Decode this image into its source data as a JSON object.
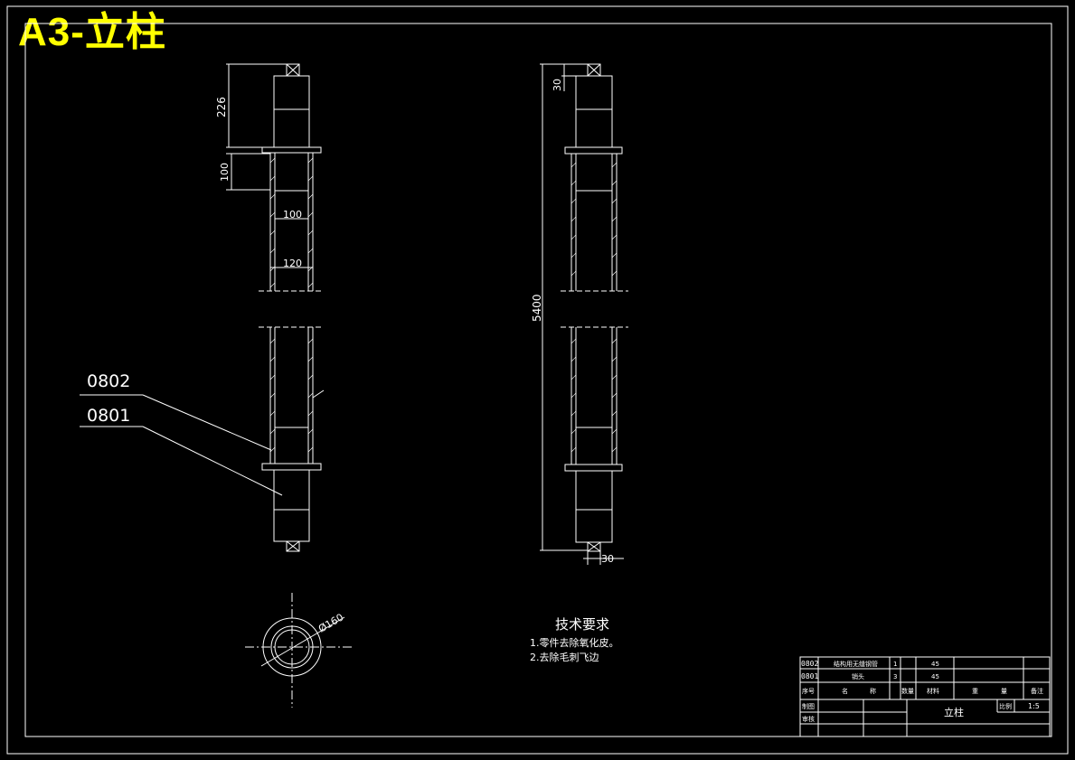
{
  "sheet_title": "A3-立柱",
  "dimensions": {
    "top_length": "226",
    "collar_height": "100",
    "inner_diameter": "100",
    "outer_diameter": "120",
    "top_offset": "30",
    "overall_length": "5400",
    "bottom_offset": "30",
    "circle_diameter": "Ø160"
  },
  "part_labels": [
    "0802",
    "0801"
  ],
  "tech_requirements": {
    "heading": "技术要求",
    "items": [
      "1.零件去除氧化皮。",
      "2.去除毛刺飞边"
    ]
  },
  "title_block": {
    "bom": [
      {
        "no": "0802",
        "name": "结构用无缝钢管",
        "qty": "1",
        "material": "45"
      },
      {
        "no": "0801",
        "name": "销头",
        "qty": "3",
        "material": "45"
      }
    ],
    "header": {
      "no": "序号",
      "name1": "名",
      "name2": "称",
      "qty": "数量",
      "material": "材料",
      "weight1": "重",
      "weight2": "量",
      "remark": "备注"
    },
    "drawn_label": "制图",
    "checked_label": "审核",
    "drawing_name": "立柱",
    "scale_label": "比例",
    "scale_value": "1:5"
  },
  "colors": {
    "background": "#000000",
    "lines": "#ffffff",
    "title": "#ffff00"
  }
}
